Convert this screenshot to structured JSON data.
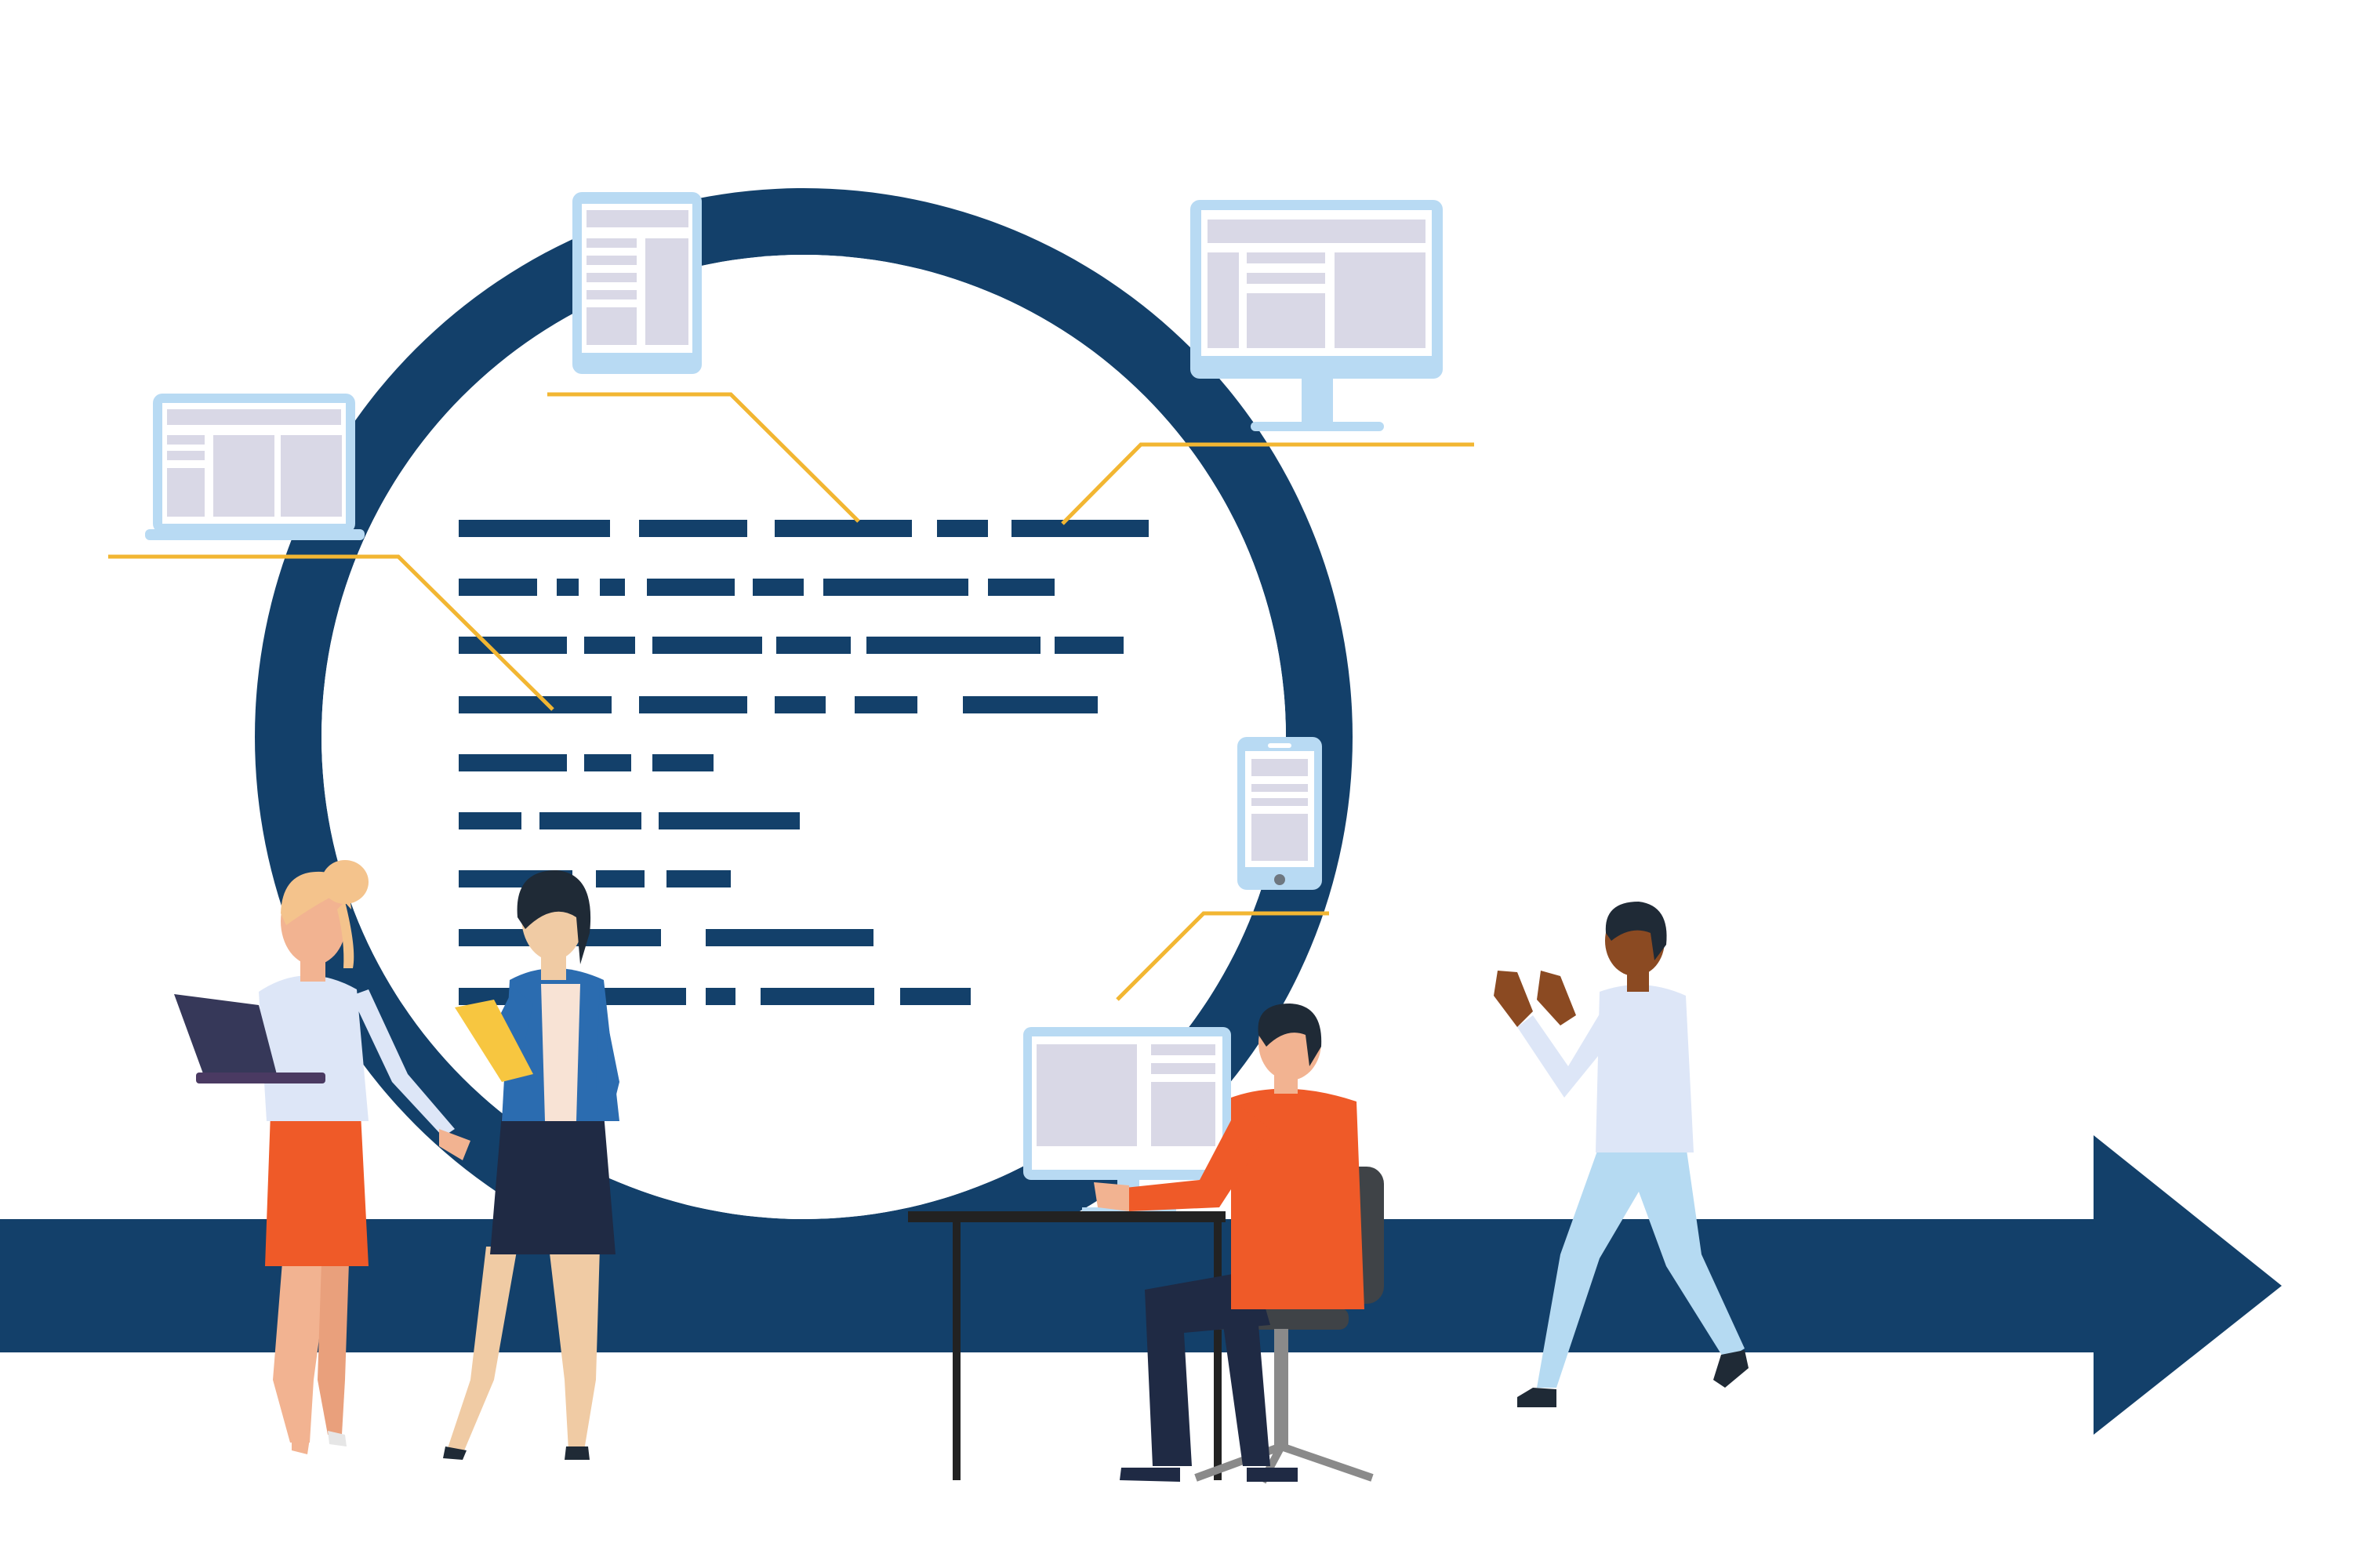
{
  "palette": {
    "navy": "#13406A",
    "gold": "#F2B632",
    "device_frame": "#B8DAF3",
    "device_screen": "#FFFFFF",
    "device_content": "#D9D8E6",
    "orange": "#EF5A28",
    "skin_light": "#F2B391",
    "skin_dark": "#8B4A22",
    "hair_blonde": "#F4C38C",
    "hair_dark": "#1F2A36",
    "shirt_light": "#DDE6F7",
    "jacket_blue": "#2B6CB0",
    "chair_gray": "#3F4347",
    "pants_light": "#B5DAF2",
    "desk_black": "#222222"
  },
  "icons": [
    "laptop-icon",
    "tablet-icon",
    "desktop-monitor-icon",
    "smartphone-icon",
    "desk-computer-icon"
  ],
  "people": [
    "woman-with-laptop",
    "woman-with-clipboard",
    "man-at-desk",
    "man-gesturing"
  ]
}
